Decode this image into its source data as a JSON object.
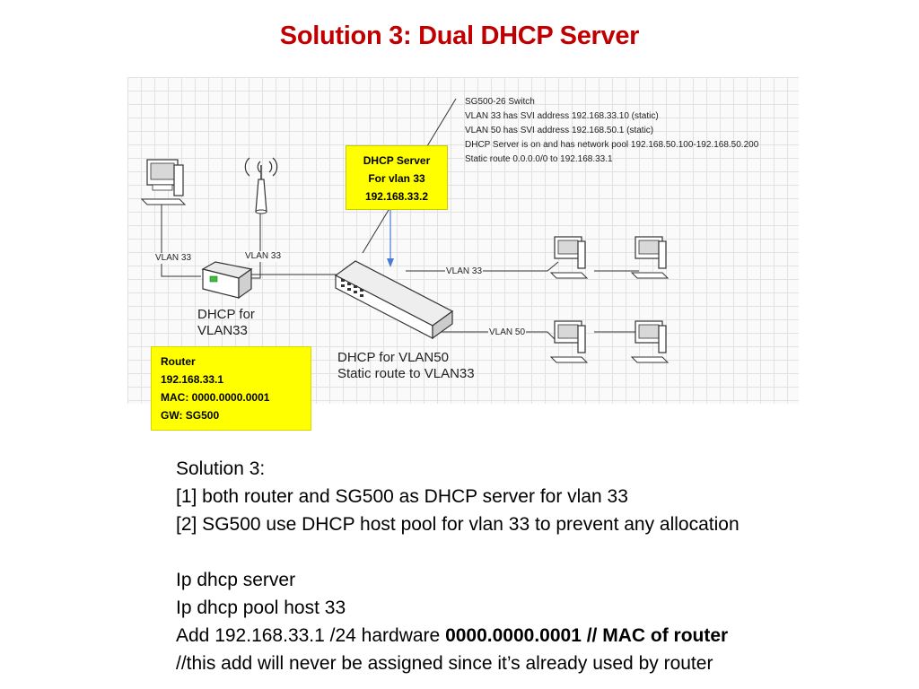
{
  "title": "Solution 3: Dual DHCP Server",
  "diagram": {
    "switch_notes": [
      "SG500-26 Switch",
      "VLAN 33 has SVI address 192.168.33.10 (static)",
      "VLAN 50 has SVI address 192.168.50.1 (static)",
      "DHCP Server is on and has network pool 192.168.50.100-192.168.50.200",
      "Static route 0.0.0.0/0 to 192.168.33.1"
    ],
    "dhcp_box": [
      "DHCP Server",
      "For vlan 33",
      "192.168.33.2"
    ],
    "router_box": [
      "Router",
      "192.168.33.1",
      "MAC: 0000.0000.0001",
      "GW:  SG500"
    ],
    "router_label": [
      "DHCP for",
      "VLAN33"
    ],
    "switch_label": [
      "DHCP for VLAN50",
      "Static route to VLAN33"
    ],
    "links": {
      "pc_vlan": "VLAN 33",
      "ap_vlan": "VLAN 33",
      "top_right_vlan": "VLAN 33",
      "bottom_right_vlan": "VLAN 50"
    }
  },
  "body": {
    "line1": "Solution 3:",
    "line2": "[1] both router and SG500 as DHCP server for vlan 33",
    "line3": "[2] SG500 use DHCP host pool for vlan 33 to prevent any allocation",
    "line4": "Ip dhcp server",
    "line5": "Ip dhcp pool host 33",
    "line6_normal": "Add 192.168.33.1 /24 hardware ",
    "line6_bold": "0000.0000.0001 // MAC of router",
    "line7": "//this add will never be assigned since it’s already used by router"
  },
  "colors": {
    "title": "#c00000",
    "highlight": "#ffff00"
  }
}
